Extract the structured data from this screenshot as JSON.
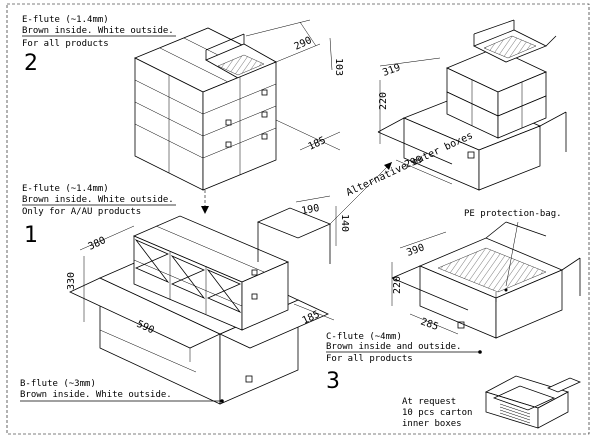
{
  "section_2": {
    "number": "2",
    "flute": "E-flute (~1.4mm)",
    "color": "Brown inside. White outside.",
    "usage": "For all products",
    "dim_length": "290",
    "dim_height": "103",
    "dim_width": "185"
  },
  "section_alt_top": {
    "dim_width": "319",
    "dim_height": "220",
    "dim_length": "299"
  },
  "section_1": {
    "number": "1",
    "flute": "E-flute (~1.4mm)",
    "color": "Brown inside. White outside.",
    "usage": "Only for A/AU products",
    "dim_width": "380",
    "dim_height": "330",
    "dim_length": "590",
    "dim_depth": "185",
    "dim_inner_a": "190",
    "dim_inner_b": "140",
    "alternative_label": "Alternative outer boxes"
  },
  "section_b": {
    "flute": "B-flute (~3mm)",
    "color": "Brown inside. White outside."
  },
  "section_3": {
    "number": "3",
    "flute": "C-flute (~4mm)",
    "color": "Brown inside and outside.",
    "usage": "For all products",
    "dim_width": "390",
    "dim_height": "220",
    "dim_length": "285",
    "pe_label": "PE protection-bag."
  },
  "inner_boxes": {
    "line1": "At request",
    "line2": "10 pcs carton",
    "line3": "inner boxes"
  }
}
